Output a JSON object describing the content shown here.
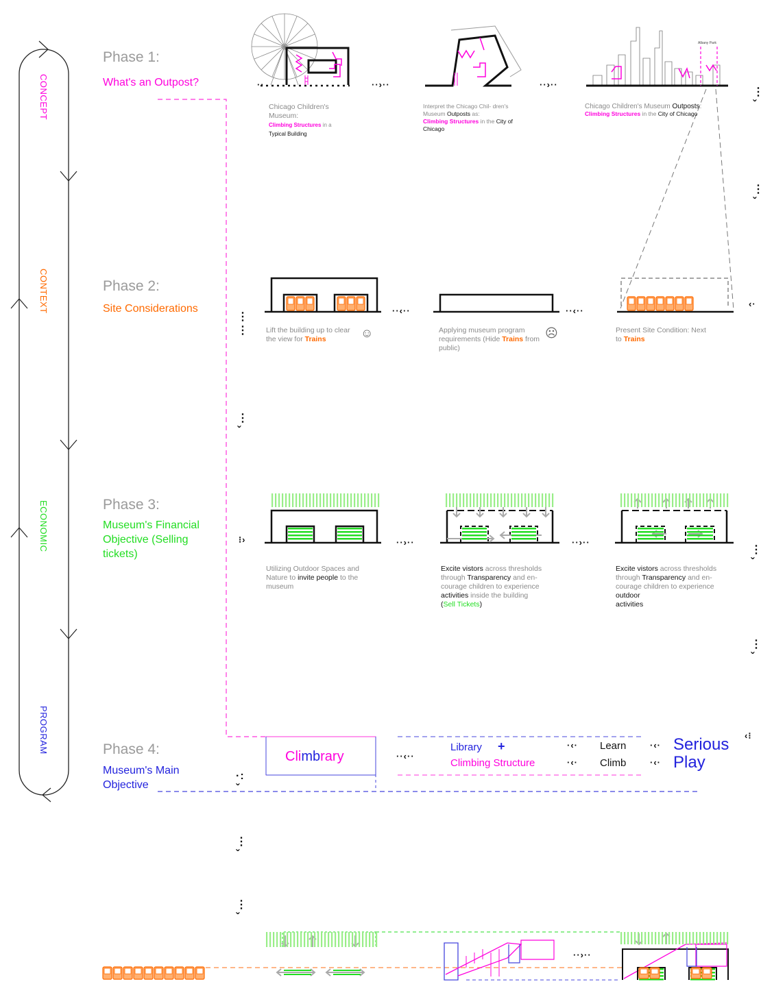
{
  "sidebar": {
    "labels": [
      "CONCEPT",
      "CONTEXT",
      "ECONOMIC",
      "PROGRAM"
    ],
    "colors": [
      "#ff00dd",
      "#ff6a00",
      "#22dd22",
      "#2222dd"
    ]
  },
  "phases": [
    {
      "title": "Phase 1:",
      "subtitle": "What's an Outpost?"
    },
    {
      "title": "Phase 2:",
      "subtitle": "Site Considerations"
    },
    {
      "title": "Phase 3:",
      "subtitle": "Museum's Financial Objective (Selling tickets)"
    },
    {
      "title": "Phase 4:",
      "subtitle": "Museum's Main Objective"
    }
  ],
  "phase1": {
    "caption1": {
      "a": "Chicago Children's Museum:",
      "b": "Climbing Structures",
      "c": " in a ",
      "d": "Typical Building"
    },
    "caption2": {
      "a": "Interpret the Chicago Chil- dren's Museum ",
      "b": "Outposts",
      "c": " as:",
      "d": "Climbing Structures",
      "e": " in the ",
      "f": "City of Chicago"
    },
    "caption3": {
      "a": "Chicago Children's Museum ",
      "b": "Outposts",
      "c": ":",
      "d": "Climbing Structures",
      "e": " in the ",
      "f": "City of Chicago"
    },
    "albany_label": "Albany Park"
  },
  "phase2": {
    "caption1": {
      "a": "Lift the building up to clear the view for ",
      "b": "Trains"
    },
    "caption2": {
      "a": "Applying museum program requirements (Hide ",
      "b": "Trains",
      "c": " from public)"
    },
    "caption3": {
      "a": "Present Site Condition: Next to ",
      "b": "Trains"
    },
    "happy_face": "☺",
    "sad_face": "☹"
  },
  "phase3": {
    "caption1": {
      "a": "Utilizing Outdoor Spaces and Nature to ",
      "b": "invite people",
      "c": " to the museum"
    },
    "caption2": {
      "a": "Excite vistors",
      "b": " across thresholds through ",
      "c": "Transparency",
      "d": " and en- courage children to experience ",
      "e": "activities",
      "f": " inside the building",
      "g": "(",
      "h": "Sell Tickets",
      "i": ")"
    },
    "caption3": {
      "a": "Excite vistors",
      "b": " across thresholds through ",
      "c": "Transparency",
      "d": " and en- courage children to experience ",
      "e": "outdoor",
      "f": "activities"
    }
  },
  "phase4": {
    "climbrary": {
      "a": "Cli",
      "b": "mb",
      "c": "rary"
    },
    "library": "Library",
    "plus": "+",
    "climbing_structure": "Climbing Structure",
    "learn": "Learn",
    "climb": "Climb",
    "serious": "Serious",
    "play": "Play"
  }
}
